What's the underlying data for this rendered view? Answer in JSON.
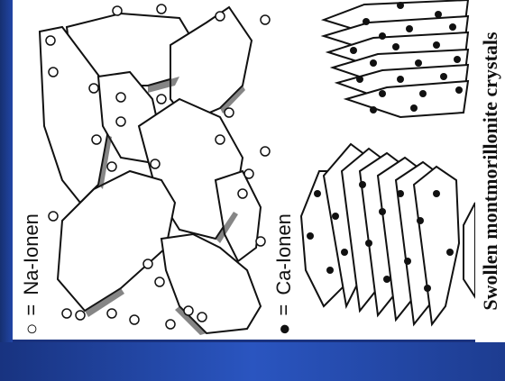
{
  "slide": {
    "side_title": "Swollen montmorillonite crystals",
    "legend_na": {
      "symbol": "○",
      "eq": "=",
      "label": "Na-Ionen"
    },
    "legend_ca": {
      "symbol": "●",
      "eq": "=",
      "label": "Ca-Ionen"
    }
  },
  "colors": {
    "background_blue": "#1f3c8e",
    "slide_white": "#ffffff",
    "ink": "#111111"
  }
}
